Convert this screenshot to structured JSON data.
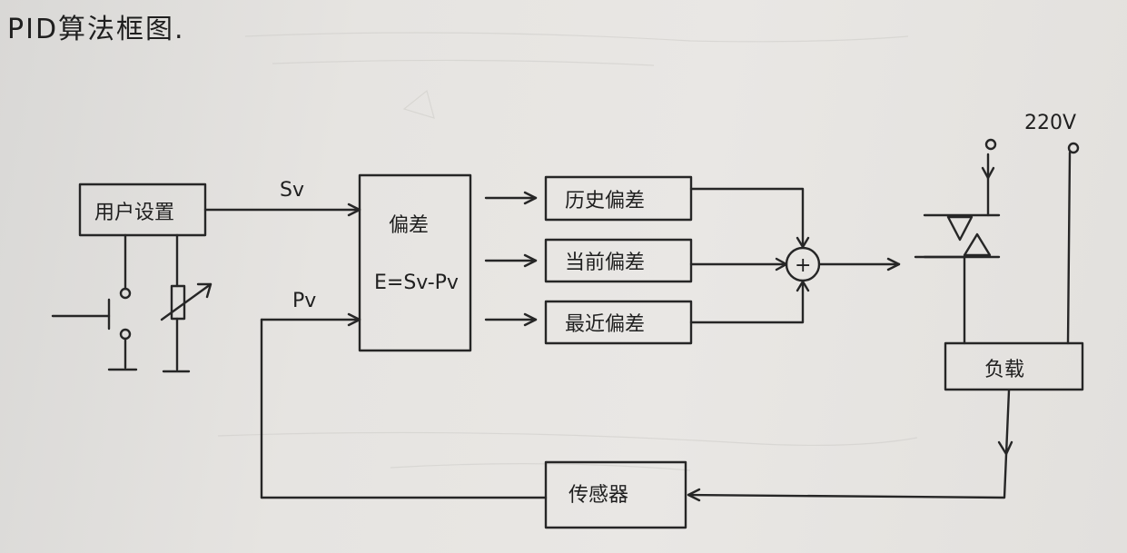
{
  "title": "PID算法框图.",
  "signals": {
    "sv": "Sv",
    "pv": "Pv",
    "voltage": "220V"
  },
  "blocks": {
    "user_setting": "用户设置",
    "deviation": "偏差",
    "deviation_formula": "E=Sv-Pv",
    "history": "历史偏差",
    "current": "当前偏差",
    "recent": "最近偏差",
    "sum": "+",
    "load": "负载",
    "sensor": "传感器"
  }
}
